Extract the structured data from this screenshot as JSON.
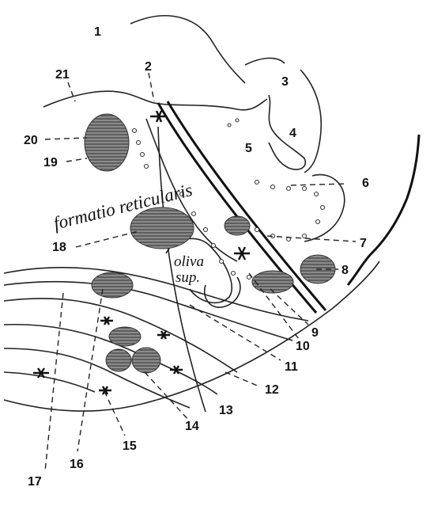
{
  "diagram": {
    "labels": {
      "formatio": "formatio reticularis",
      "oliva_line1": "oliva",
      "oliva_line2": "sup."
    },
    "numbers": [
      "1",
      "2",
      "3",
      "4",
      "5",
      "6",
      "7",
      "8",
      "9",
      "10",
      "11",
      "12",
      "13",
      "14",
      "15",
      "16",
      "17",
      "18",
      "19",
      "20",
      "21"
    ]
  }
}
